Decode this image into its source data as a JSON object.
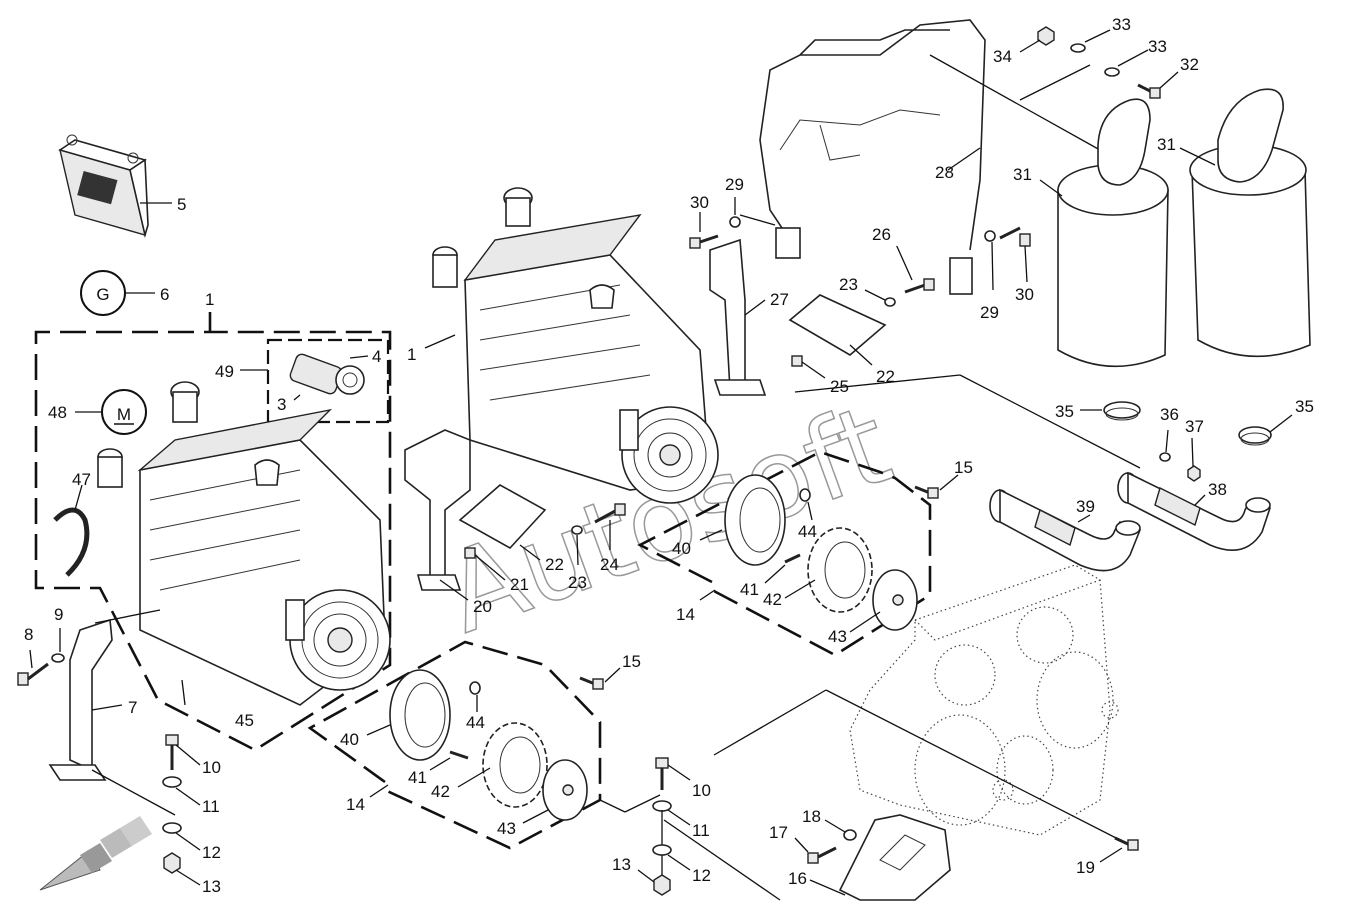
{
  "watermark": "Autosoft",
  "symbols": {
    "g": "G",
    "m": "M"
  },
  "callouts": {
    "c1a": "1",
    "c1b": "1",
    "c3": "3",
    "c4": "4",
    "c5": "5",
    "c6": "6",
    "c7": "7",
    "c8": "8",
    "c9": "9",
    "c10a": "10",
    "c10b": "10",
    "c11a": "11",
    "c11b": "11",
    "c12a": "12",
    "c12b": "12",
    "c13a": "13",
    "c13b": "13",
    "c14a": "14",
    "c14b": "14",
    "c15a": "15",
    "c15b": "15",
    "c16": "16",
    "c17": "17",
    "c18": "18",
    "c19": "19",
    "c20": "20",
    "c21": "21",
    "c22a": "22",
    "c22b": "22",
    "c23a": "23",
    "c23b": "23",
    "c24": "24",
    "c25": "25",
    "c26": "26",
    "c27": "27",
    "c28": "28",
    "c29a": "29",
    "c29b": "29",
    "c30a": "30",
    "c30b": "30",
    "c31a": "31",
    "c31b": "31",
    "c32": "32",
    "c33a": "33",
    "c33b": "33",
    "c34": "34",
    "c35a": "35",
    "c35b": "35",
    "c36": "36",
    "c37": "37",
    "c38": "38",
    "c39": "39",
    "c40a": "40",
    "c40b": "40",
    "c41a": "41",
    "c41b": "41",
    "c42a": "42",
    "c42b": "42",
    "c43a": "43",
    "c43b": "43",
    "c44a": "44",
    "c44b": "44",
    "c45": "45",
    "c47": "47",
    "c48": "48",
    "c49": "49"
  },
  "icons": {
    "direction_arrow": "front-direction-arrow-icon"
  }
}
